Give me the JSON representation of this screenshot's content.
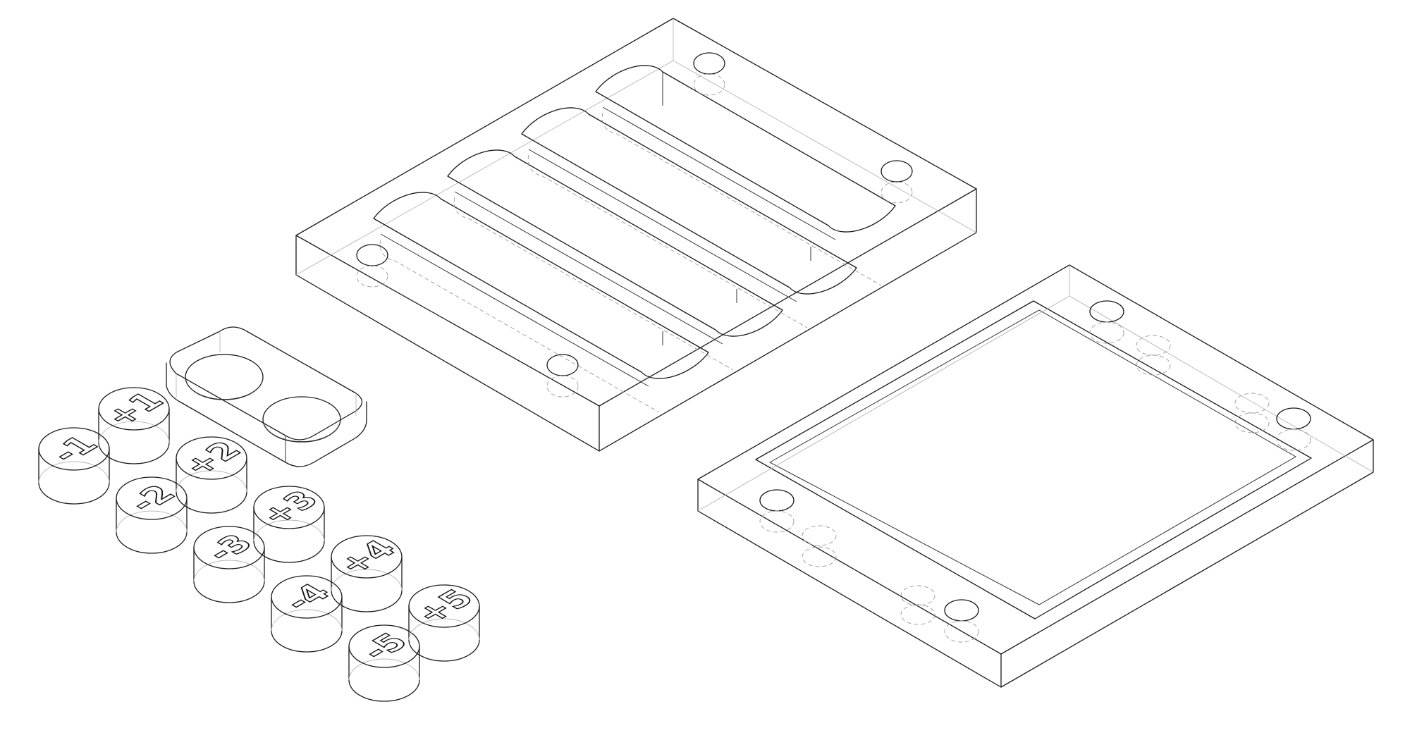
{
  "drawing": {
    "style": "isometric-line-drawing",
    "stroke_color": "#1a1a1a",
    "hidden_line_color": "#9a9a9a",
    "background": "#ffffff"
  },
  "parts": {
    "tray": {
      "slot_count": 4,
      "corner_hole_count": 4
    },
    "frame": {
      "corner_hole_count": 4,
      "magnet_pocket_count": 4
    },
    "holder": {
      "pocket_count": 2
    },
    "tokens": [
      {
        "label": "-1"
      },
      {
        "label": "+1"
      },
      {
        "label": "-2"
      },
      {
        "label": "+2"
      },
      {
        "label": "-3"
      },
      {
        "label": "+3"
      },
      {
        "label": "-4"
      },
      {
        "label": "+4"
      },
      {
        "label": "-5"
      },
      {
        "label": "+5"
      }
    ]
  }
}
